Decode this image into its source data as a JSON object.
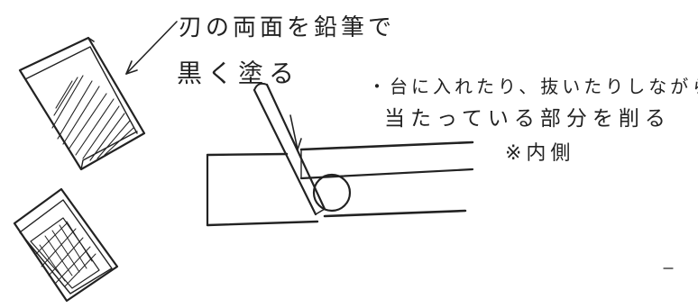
{
  "notes": {
    "blade_face": "刃の両面を鉛筆で",
    "paint_black": "黒く塗る",
    "trim_line1": "・台に入れたり、抜いたりしながら",
    "trim_line2": "当たっている部分を削る",
    "inside": "※内側"
  },
  "colors": {
    "ink": "#222222",
    "paper": "#ffffff"
  }
}
